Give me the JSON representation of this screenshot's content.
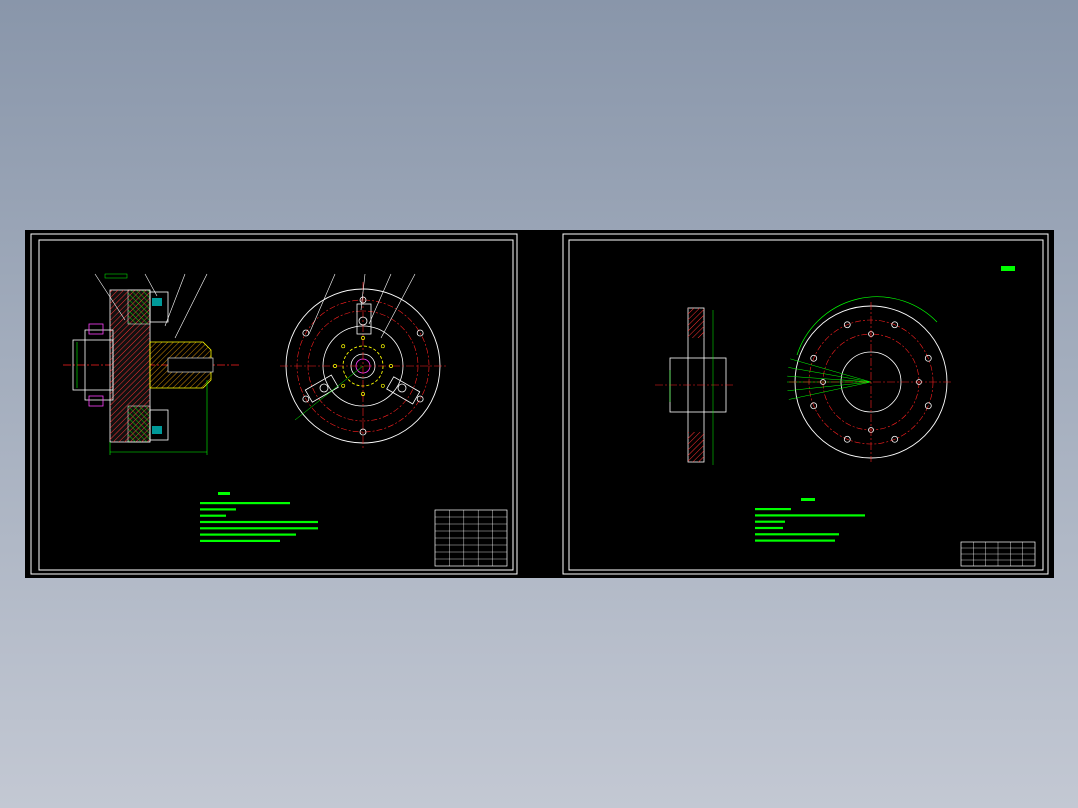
{
  "colors": {
    "background_top": "#8996aa",
    "background_bottom": "#c3c8d3",
    "drawing_background": "#000000",
    "frame": "#ffffff",
    "centerline": "#ff2020",
    "annotation": "#00ff00",
    "hatch": "#ff3030",
    "magenta": "#ff40ff",
    "cyan": "#00ffff",
    "yellow": "#ffff00"
  },
  "sheets": [
    {
      "id": "assembly",
      "views": [
        "section-view",
        "top-view"
      ],
      "notes_lines": 7,
      "title_block": "full"
    },
    {
      "id": "part",
      "views": [
        "section-view",
        "top-view"
      ],
      "notes_lines": 6,
      "title_block": "compact"
    }
  ]
}
